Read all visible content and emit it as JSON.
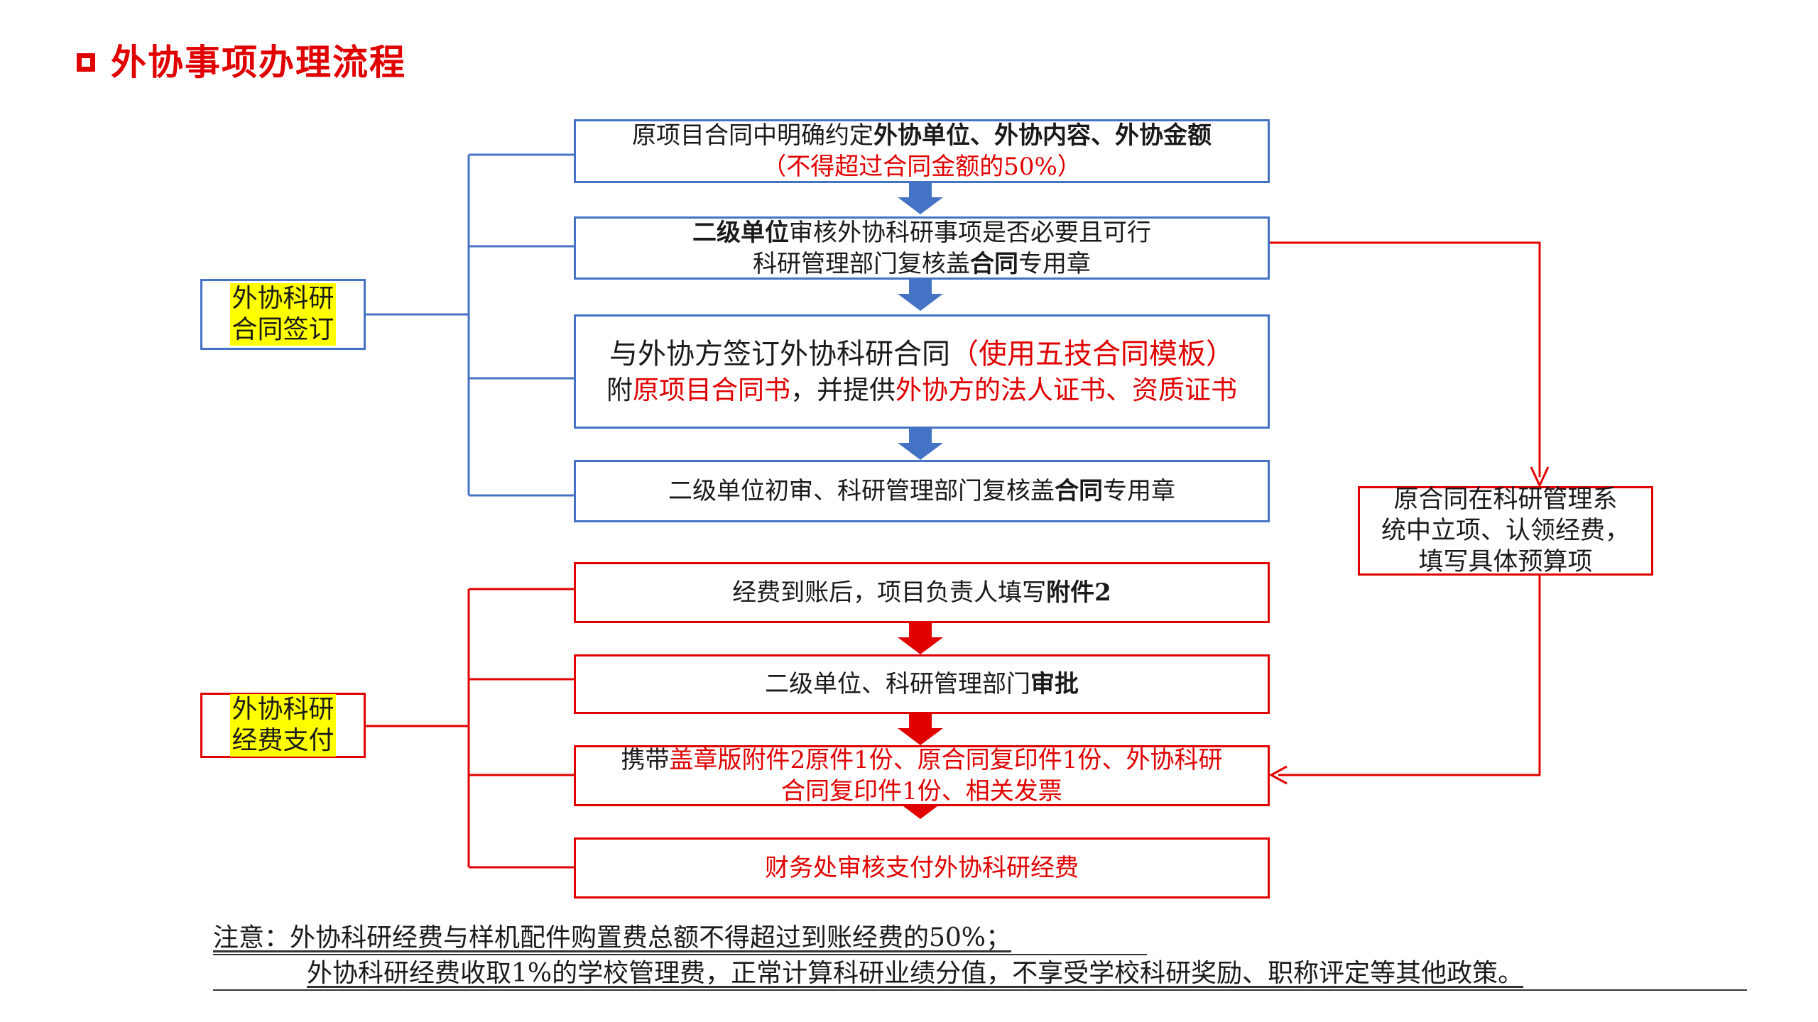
{
  "title": "外协事项办理流程",
  "sections": {
    "signing": {
      "label_line1": "外协科研",
      "label_line2": "合同签订"
    },
    "payment": {
      "label_line1": "外协科研",
      "label_line2": "经费支付"
    }
  },
  "signing_steps": {
    "s1": {
      "a": "原项目合同中明确约定",
      "b": "外协单位、外协内容、外协金额",
      "c": "（不得超过合同金额的50%）"
    },
    "s2": {
      "a": "二级单位",
      "b": "审核外协科研事项是否必要且可行",
      "c": "科研管理部门复核盖",
      "d": "合同",
      "e": "专用章"
    },
    "s3": {
      "a": "与外协方签订外协科研合同",
      "b": "（使用五技合同模板）",
      "c": "附",
      "d": "原项目合同书",
      "e": "，并提供",
      "f": "外协方的法人证书、资质证书"
    },
    "s4": {
      "a": "二级单位初审、科研管理部门复核盖",
      "b": "合同",
      "c": "专用章"
    }
  },
  "payment_steps": {
    "p1": {
      "a": "经费到账后，项目负责人填写",
      "b": "附件2"
    },
    "p2": {
      "a": "二级单位、科研管理部门",
      "b": "审批"
    },
    "p3": {
      "a": "携带",
      "b": "盖章版附件2原件1份、原合同复印件1份、外协科研",
      "c": "合同复印件1份、相关发票"
    },
    "p4": {
      "a": "财务处审核支付外协科研经费"
    }
  },
  "side_box": {
    "l1": "原合同在科研管理系",
    "l2": "统中立项、认领经费，",
    "l3": "填写具体预算项"
  },
  "note": {
    "line1": "注意：外协科研经费与样机配件购置费总额不得超过到账经费的50%；",
    "line2": "外协科研经费收取1%的学校管理费，正常计算科研业绩分值，不享受学校科研奖励、职称评定等其他政策。"
  },
  "colors": {
    "red": "#e00000",
    "blue": "#4472c4",
    "highlight": "#ffff00"
  }
}
